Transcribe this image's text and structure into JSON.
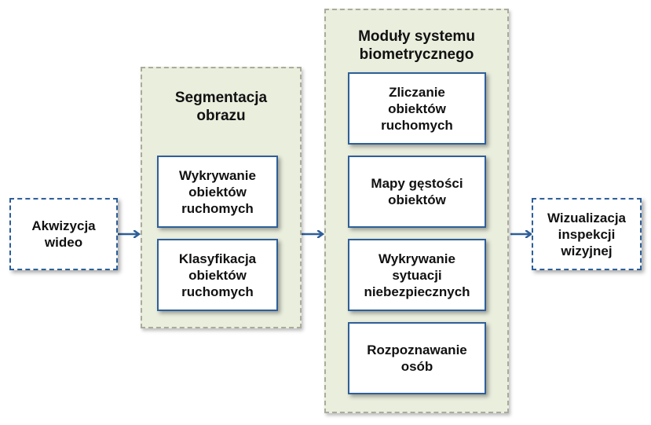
{
  "input": {
    "label": "Akwizycja\nwideo"
  },
  "segmentation": {
    "title": "Segmentacja\nobrazu",
    "items": [
      {
        "label": "Wykrywanie\nobiektów\nruchomych"
      },
      {
        "label": "Klasyfikacja\nobiektów\nruchomych"
      }
    ]
  },
  "modules": {
    "title": "Moduły systemu\nbiometrycznego",
    "items": [
      {
        "label": "Zliczanie\nobiektów\nruchomych"
      },
      {
        "label": "Mapy gęstości\nobiektów"
      },
      {
        "label": "Wykrywanie\nsytuacji\nniebezpiecznych"
      },
      {
        "label": "Rozpoznawanie\nosób"
      }
    ]
  },
  "output": {
    "label": "Wizualizacja\ninspekcji\nwizyjnej"
  },
  "colors": {
    "box_border": "#2e5f99",
    "arrow": "#2e5f99",
    "group_fill": "#eaeedd",
    "group_border": "#a9ab9c"
  }
}
